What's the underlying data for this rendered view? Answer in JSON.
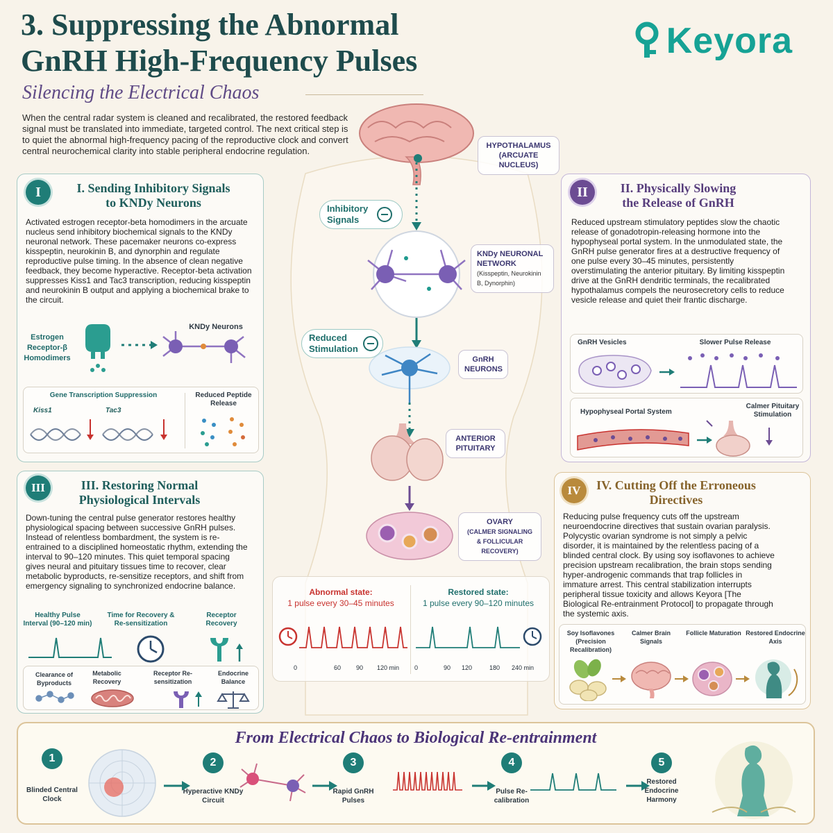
{
  "header": {
    "title_line1": "3. Suppressing the Abnormal",
    "title_line2": "GnRH High-Frequency Pulses",
    "subtitle": "Silencing the Electrical Chaos",
    "intro": "When the central radar system is cleaned and recalibrated, the restored feedback signal must be translated into immediate, targeted control. The next critical step is to quiet the abnormal high-frequency pacing of the reproductive clock and convert central neurochemical clarity into stable peripheral endocrine regulation.",
    "logo": "Keyora"
  },
  "center": {
    "hypothalamus": "HYPOTHALAMUS\n(ARCUATE NUCLEUS)",
    "inhibitory": "Inhibitory Signals",
    "kndy_title": "KNDy NEURONAL NETWORK",
    "kndy_sub": "(Kisspeptin, Neurokinin B, Dynorphin)",
    "reduced": "Reduced Stimulation",
    "gnrh": "GnRH NEURONS",
    "pituitary": "ANTERIOR PITUITARY",
    "ovary_title": "OVARY",
    "ovary_sub": "(CALMER SIGNALING & FOLLICULAR RECOVERY)"
  },
  "panel1": {
    "num": "I",
    "title_line1": "I. Sending Inhibitory Signals",
    "title_line2": "to KNDy Neurons",
    "body": "Activated estrogen receptor-beta homodimers in the arcuate nucleus send inhibitory biochemical signals to the KNDy neuronal network. These pacemaker neurons co-express kisspeptin, neurokinin B, and dynorphin and regulate reproductive pulse timing. In the absence of clean negative feedback, they become hyperactive. Receptor-beta activation suppresses Kiss1 and Tac3 transcription, reducing kisspeptin and neurokinin B output and applying a biochemical brake to the circuit.",
    "estrogen": "Estrogen Receptor-β Homodimers",
    "kndy_neurons": "KNDy Neurons",
    "gene_title": "Gene Transcription Suppression",
    "kiss1": "Kiss1",
    "tac3": "Tac3",
    "peptide": "Reduced Peptide Release"
  },
  "panel2": {
    "num": "II",
    "title_line1": "II. Physically Slowing",
    "title_line2": "the Release of GnRH",
    "body": "Reduced upstream stimulatory peptides slow the chaotic release of gonadotropin-releasing hormone into the hypophyseal portal system. In the unmodulated state, the GnRH pulse generator fires at a destructive frequency of one pulse every 30–45 minutes, persistently overstimulating the anterior pituitary. By limiting kisspeptin drive at the GnRH dendritic terminals, the recalibrated hypothalamus compels the neurosecretory cells to reduce vesicle release and quiet their frantic discharge.",
    "vesicles": "GnRH Vesicles",
    "slower": "Slower Pulse Release",
    "portal": "Hypophyseal Portal System",
    "calmer": "Calmer Pituitary Stimulation"
  },
  "panel3": {
    "num": "III",
    "title_line1": "III. Restoring Normal",
    "title_line2": "Physiological Intervals",
    "body": "Down-tuning the central pulse generator restores healthy physiological spacing between successive GnRH pulses. Instead of relentless bombardment, the system is re-entrained to a disciplined homeostatic rhythm, extending the interval to 90–120 minutes. This quiet temporal spacing gives neural and pituitary tissues time to recover, clear metabolic byproducts, re-sensitize receptors, and shift from emergency signaling to synchronized endocrine balance.",
    "healthy": "Healthy Pulse Interval (90–120 min)",
    "time": "Time for Recovery & Re-sensitization",
    "receptor": "Receptor Recovery",
    "clearance": "Clearance of Byproducts",
    "metabolic": "Metabolic Recovery",
    "resens": "Receptor Re-sensitization",
    "endocrine": "Endocrine Balance"
  },
  "panel4": {
    "num": "IV",
    "title_line1": "IV. Cutting Off the Erroneous",
    "title_line2": "Directives",
    "body": "Reducing pulse frequency cuts off the upstream neuroendocrine directives that sustain ovarian paralysis. Polycystic ovarian syndrome is not simply a pelvic disorder, it is maintained by the relentless pacing of a blinded central clock. By using soy isoflavones to achieve precision upstream recalibration, the brain stops sending hyper-androgenic commands that trap follicles in immature arrest. This central stabilization interrupts peripheral tissue toxicity and allows Keyora [The Biological Re-entrainment Protocol] to propagate through the systemic axis.",
    "soy": "Soy Isoflavones (Precision Recalibration)",
    "calmer_brain": "Calmer Brain Signals",
    "follicle": "Follicle Maturation",
    "restored_axis": "Restored Endocrine Axis"
  },
  "pulse": {
    "abnormal_title": "Abnormal state:",
    "abnormal_sub": "1 pulse every 30–45 minutes",
    "restored_title": "Restored state:",
    "restored_sub": "1 pulse every 90–120 minutes",
    "abnormal_ticks": [
      "0",
      "60",
      "90",
      "120 min"
    ],
    "restored_ticks": [
      "0",
      "90",
      "120",
      "180",
      "240 min"
    ]
  },
  "footer": {
    "title": "From Electrical Chaos to Biological Re-entrainment",
    "steps": [
      {
        "num": "1",
        "label": "Blinded Central Clock"
      },
      {
        "num": "2",
        "label": "Hyperactive KNDy Circuit"
      },
      {
        "num": "3",
        "label": "Rapid GnRH Pulses"
      },
      {
        "num": "4",
        "label": "Pulse Re-calibration"
      },
      {
        "num": "5",
        "label": "Restored Endocrine Harmony"
      }
    ]
  },
  "colors": {
    "teal": "#1f7d77",
    "purple": "#6c4c93",
    "gold": "#b98a3c",
    "red": "#c8332f",
    "background": "#f8f3ea"
  }
}
